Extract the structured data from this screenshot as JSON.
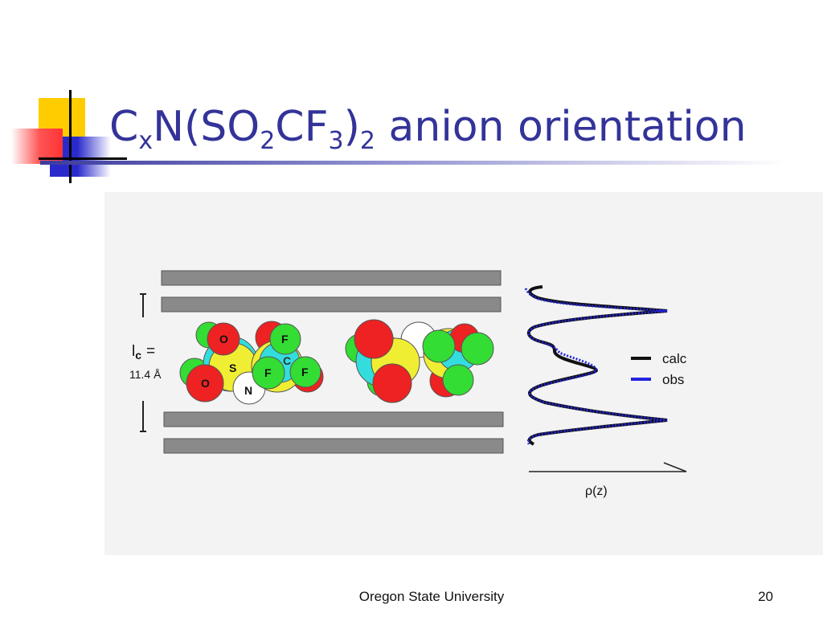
{
  "slide": {
    "title": {
      "part1": "C",
      "sub1": "x",
      "part2": "N(SO",
      "sub2": "2",
      "part3": "CF",
      "sub3": "3",
      "part4": ")",
      "sub4": "2",
      "part5": " anion orientation"
    },
    "footer": "Oregon State University",
    "page_number": "20"
  },
  "figure": {
    "spacing_label": "l",
    "spacing_sub": "c",
    "spacing_eq": "=",
    "spacing_value": "11.4 Å",
    "atom_labels": {
      "oxygen": "O",
      "sulfur": "S",
      "nitrogen": "N",
      "fluorine": "F",
      "carbon": "C"
    },
    "legend": {
      "calc": "calc",
      "obs": "obs"
    },
    "axis_label": "ρ(z)",
    "colors": {
      "oxygen": "#ee2222",
      "sulfur": "#f0ee33",
      "fluorine": "#33dd33",
      "carbon": "#33dddd",
      "nitrogen": "#ffffff",
      "graphene": "#8a8a8a",
      "calc": "#111111",
      "obs": "#2222dd"
    }
  }
}
